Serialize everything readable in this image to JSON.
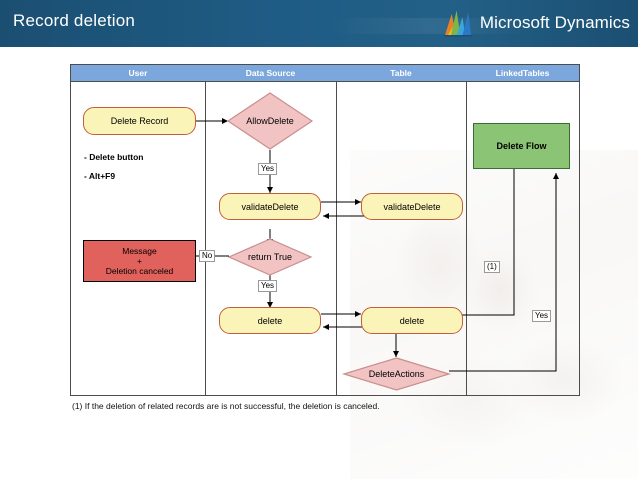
{
  "header": {
    "title": "Record deletion",
    "brand": "Microsoft Dynamics",
    "logo_icon": "microsoft-dynamics-logo-icon",
    "bar_color": "#1f5c85"
  },
  "diagram": {
    "lanes": [
      {
        "label": "User"
      },
      {
        "label": "Data Source"
      },
      {
        "label": "Table"
      },
      {
        "label": "LinkedTables"
      }
    ],
    "lane_header_color": "#7ba7dd",
    "nodes": {
      "delete_record": {
        "label": "Delete Record",
        "shape": "rounded-rect",
        "color": "#fbf4b8"
      },
      "allow_delete": {
        "label": "AllowDelete",
        "shape": "diamond",
        "color": "#f2c3c3"
      },
      "validate_delete_ds": {
        "label": "validateDelete",
        "shape": "rounded-rect",
        "color": "#fbf4b8"
      },
      "validate_delete_table": {
        "label": "validateDelete",
        "shape": "rounded-rect",
        "color": "#fbf4b8"
      },
      "return_true": {
        "label": "return True",
        "shape": "diamond",
        "color": "#f2c3c3"
      },
      "message_canceled": {
        "line1": "Message",
        "line2": "+",
        "line3": "Deletion canceled",
        "shape": "rect",
        "color": "#e1625c"
      },
      "delete_ds": {
        "label": "delete",
        "shape": "rounded-rect",
        "color": "#fbf4b8"
      },
      "delete_table": {
        "label": "delete",
        "shape": "rounded-rect",
        "color": "#fbf4b8"
      },
      "delete_actions": {
        "label": "DeleteActions",
        "shape": "diamond",
        "color": "#f2c3c3"
      },
      "delete_flow": {
        "label": "Delete Flow",
        "shape": "rect",
        "color": "#8cc475"
      }
    },
    "notes": [
      {
        "text": "- Delete button"
      },
      {
        "text": "- Alt+F9"
      }
    ],
    "edge_labels": [
      {
        "text": "Yes",
        "id": "yes-allow-delete"
      },
      {
        "text": "No",
        "id": "no-return-true"
      },
      {
        "text": "Yes",
        "id": "yes-return-true"
      },
      {
        "text": "(1)",
        "id": "footnote-ref-1"
      },
      {
        "text": "Yes",
        "id": "yes-delete-actions"
      }
    ]
  },
  "footnote": {
    "text": "(1) If the deletion of related records are is not successful, the deletion is canceled."
  }
}
